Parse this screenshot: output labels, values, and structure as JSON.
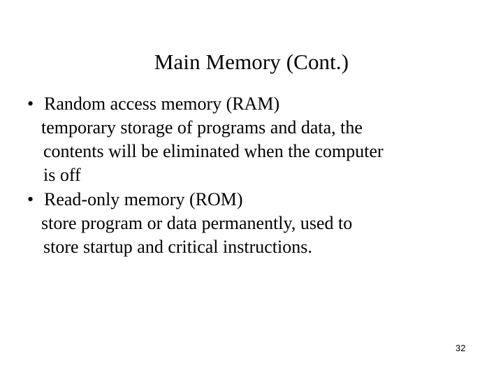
{
  "slide": {
    "title": "Main Memory (Cont.)",
    "page_number": "32",
    "background_color": "#ffffff",
    "text_color": "#000000",
    "bullet_glyph": "•",
    "bullets": [
      {
        "heading": "Random access memory (RAM)",
        "lines": [
          "temporary storage of programs and data, the",
          "contents will be eliminated when the computer",
          "is off"
        ]
      },
      {
        "heading": "Read-only memory (ROM)",
        "lines": [
          "store program or data permanently, used to",
          "store startup and critical instructions."
        ]
      }
    ]
  }
}
